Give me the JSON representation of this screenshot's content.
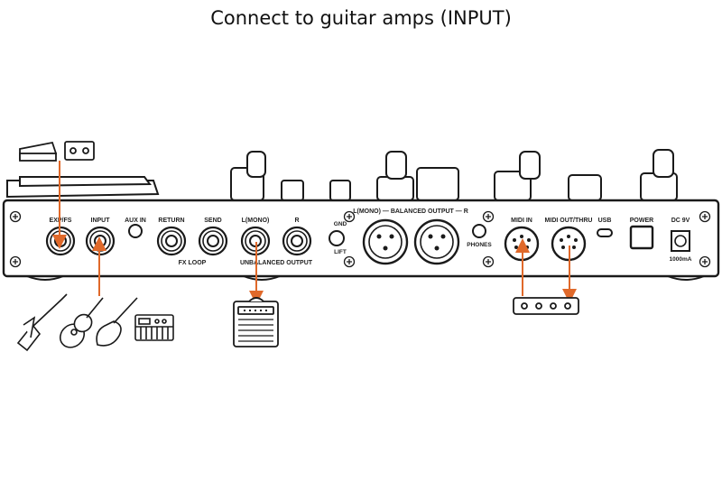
{
  "title": "Connect to guitar amps (INPUT)",
  "colors": {
    "accent": "#e0692a",
    "line": "#1a1a1a",
    "panel": "#ffffff"
  },
  "panel": {
    "labels": {
      "exp_fs": "EXP/FS",
      "input": "INPUT",
      "aux_in": "AUX IN",
      "return": "RETURN",
      "send": "SEND",
      "l_mono": "L(MONO)",
      "r": "R",
      "gnd": "GND",
      "lift": "LIFT",
      "fx_loop": "FX LOOP",
      "unbalanced_output": "UNBALANCED OUTPUT",
      "balanced_output": "L(MONO) — BALANCED OUTPUT — R",
      "phones": "PHONES",
      "midi_in": "MIDI IN",
      "midi_out_thru": "MIDI OUT/THRU",
      "usb": "USB",
      "power": "POWER",
      "dc": "DC 9V",
      "ma": "1000mA"
    }
  },
  "icons": [
    "expression-pedal-icon",
    "footswitch-icon",
    "electric-guitar-icon",
    "acoustic-guitar-icon",
    "bass-guitar-icon",
    "keyboard-icon",
    "guitar-amp-icon",
    "midi-device-icon"
  ]
}
